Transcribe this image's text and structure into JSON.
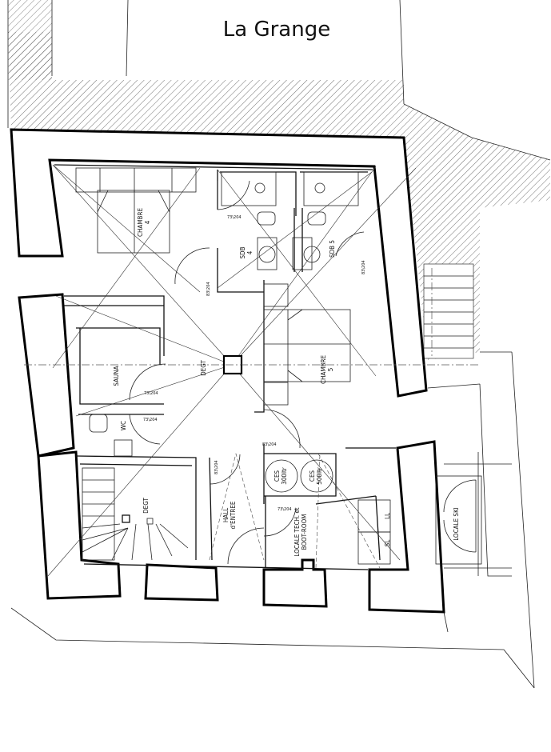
{
  "title": "La Grange",
  "rooms": {
    "chambre4": [
      "CHAMBRE",
      "4"
    ],
    "sdb4": [
      "SDB",
      "4"
    ],
    "sdb5": "SDB 5",
    "chambre5": [
      "CHAMBRE",
      "5"
    ],
    "degt_upper": "DEGT",
    "sauna": "SAUNA",
    "wc": "WC",
    "degt_lower": "DEGT",
    "hall": [
      "HALL",
      "d'ENTREE"
    ],
    "locale_tech": [
      "LOCALE TECH. et",
      "BOOT-ROOM"
    ],
    "ces300": [
      "CES",
      "300ltr"
    ],
    "ces500": [
      "CES",
      "500ltr"
    ],
    "ll": "LL",
    "sl": "SL",
    "locale_ski": "LOCALE SKI"
  },
  "door_dims": {
    "d73": "73\\204",
    "d83": "83\\204"
  }
}
